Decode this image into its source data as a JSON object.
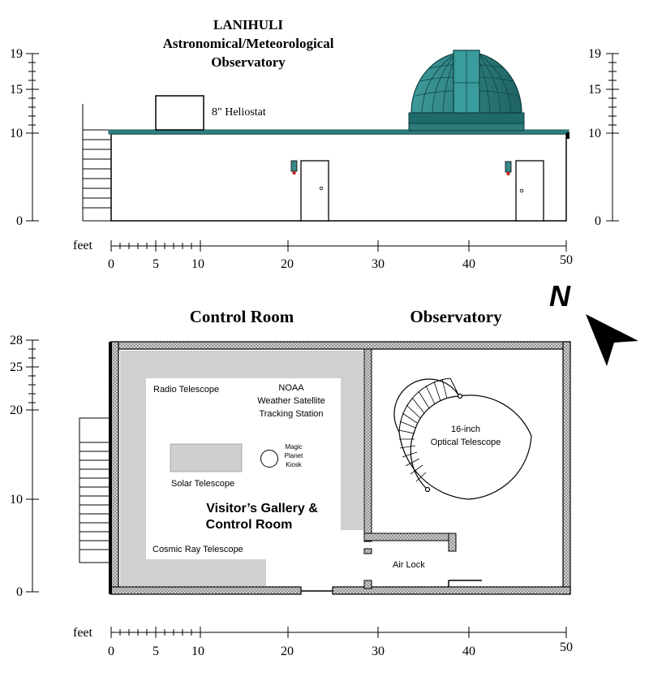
{
  "title": {
    "line1": "LANIHULI",
    "line2": "Astronomical/Meteorological",
    "line3": "Observatory"
  },
  "elevation": {
    "heliostat_label": "8\" Heliostat",
    "y_ticks_left": [
      "19",
      "15",
      "10",
      "0"
    ],
    "y_ticks_right": [
      "19",
      "15",
      "10",
      "0"
    ],
    "scale_unit": "feet",
    "scale_ticks": [
      "0",
      "5",
      "10",
      "20",
      "30",
      "40",
      "50"
    ]
  },
  "plan": {
    "section_left": "Control Room",
    "section_right": "Observatory",
    "north_label": "N",
    "y_ticks": [
      "28",
      "25",
      "20",
      "10",
      "0"
    ],
    "rooms": {
      "radio": "Radio Telescope",
      "noaa_1": "NOAA",
      "noaa_2": "Weather Satellite",
      "noaa_3": "Tracking Station",
      "kiosk_1": "Magic",
      "kiosk_2": "Planet",
      "kiosk_3": "Kiosk",
      "solar": "Solar Telescope",
      "gallery_1": "Visitor’s Gallery &",
      "gallery_2": "Control Room",
      "cosmic": "Cosmic Ray Telescope",
      "telescope_1": "16-inch",
      "telescope_2": "Optical Telescope",
      "airlock": "Air Lock"
    },
    "scale_unit": "feet",
    "scale_ticks": [
      "0",
      "5",
      "10",
      "20",
      "30",
      "40",
      "50"
    ]
  },
  "colors": {
    "dome": "#2e7f7f",
    "dome_dark": "#1e5f60",
    "gallery_fill": "#d0d0d0",
    "wall_hatch": "#bdbdbd"
  }
}
